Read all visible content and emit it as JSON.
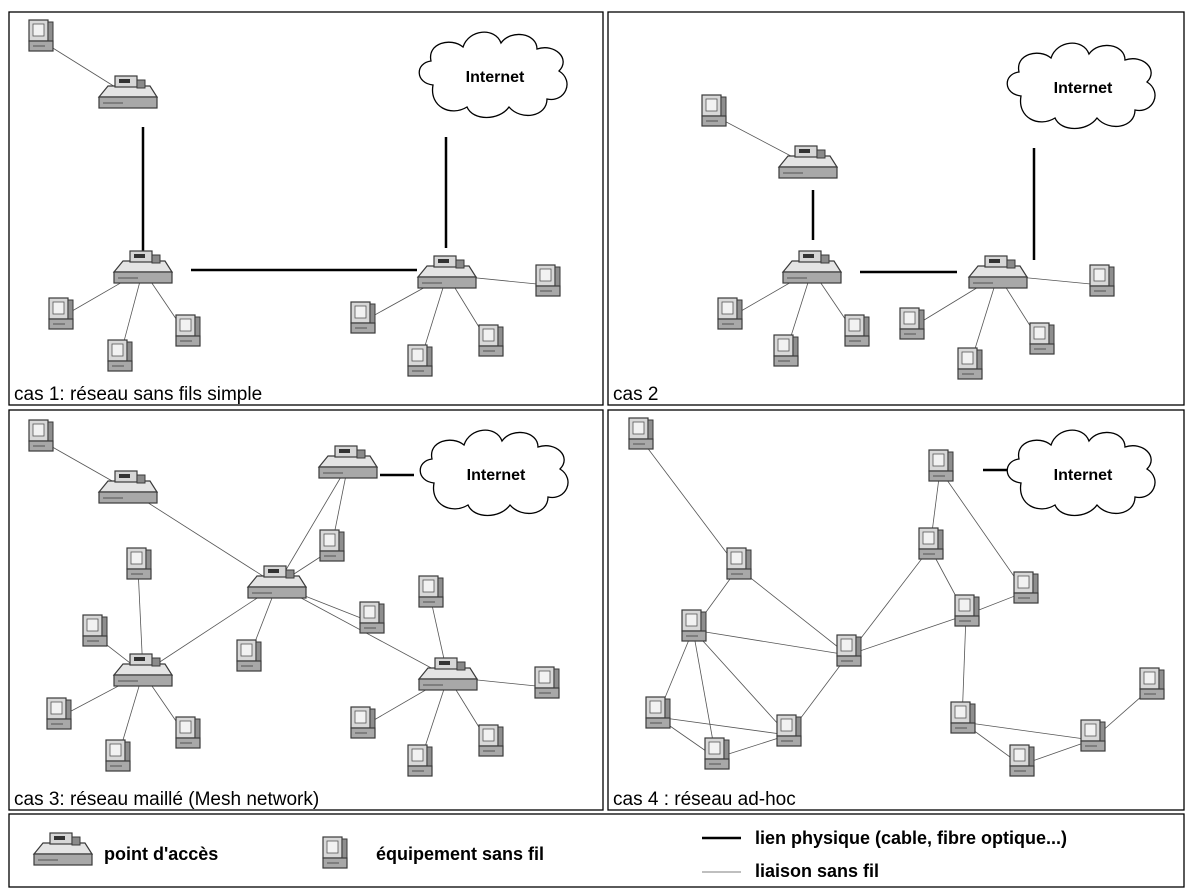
{
  "internet_label": "Internet",
  "panels": [
    {
      "caption": "cas 1: réseau sans fils simple"
    },
    {
      "caption": "cas 2"
    },
    {
      "caption": "cas 3: réseau maillé (Mesh network)"
    },
    {
      "caption": "cas 4 : réseau ad-hoc"
    }
  ],
  "legend": {
    "access_point": "point d'accès",
    "wireless_device": "équipement sans fil",
    "physical_link": "lien physique (cable, fibre optique...)",
    "wireless_link": "liaison sans fil"
  },
  "node_types": {
    "ap": "access-point-icon",
    "dev": "wireless-device-icon"
  }
}
